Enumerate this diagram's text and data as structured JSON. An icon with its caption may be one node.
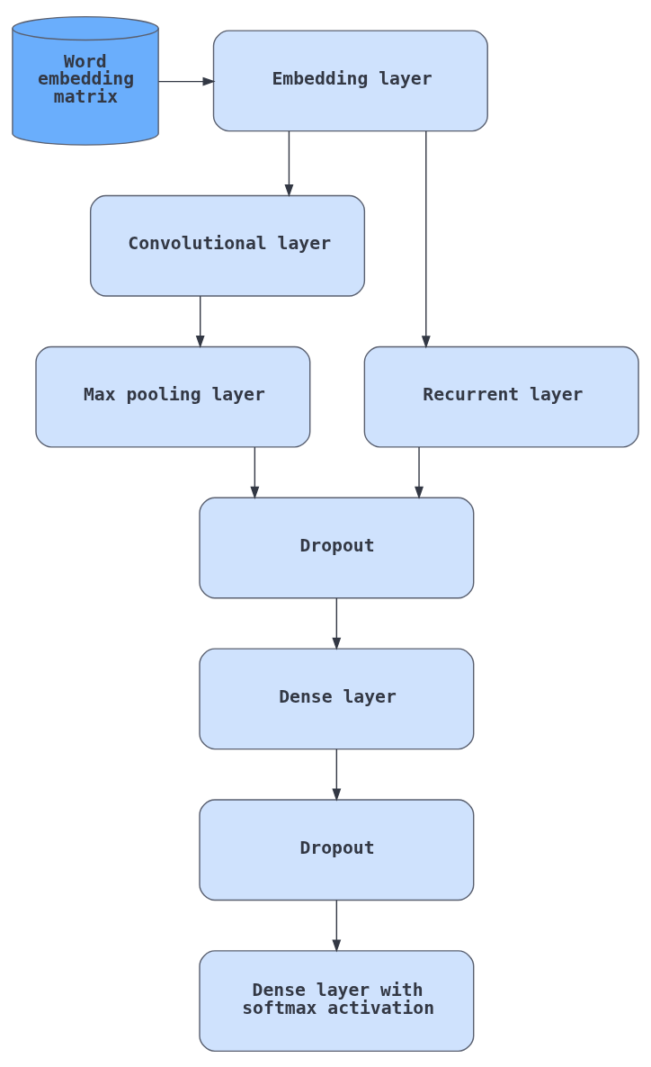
{
  "diagram": {
    "nodes": [
      {
        "text": [
          "Word embedding matrix"
        ]
      },
      {
        "text": [
          "Embedding layer"
        ]
      },
      {
        "text": [
          "Convolutional layer"
        ]
      },
      {
        "text": [
          "Recurrent layer"
        ]
      },
      {
        "text": [
          "Max pooling layer"
        ]
      },
      {
        "text": [
          "Dropout"
        ]
      },
      {
        "text": [
          "Dense layer"
        ]
      },
      {
        "text": [
          "Dropout"
        ]
      },
      {
        "text": [
          "Dense layer with softmax activation"
        ]
      }
    ],
    "edges": [
      {
        "from": 0,
        "to": 1,
        "arrow": "to"
      },
      {
        "from": 1,
        "to": 2,
        "arrow": "to"
      },
      {
        "from": 1,
        "to": 3,
        "arrow": "to"
      },
      {
        "from": 2,
        "to": 4,
        "arrow": "to"
      },
      {
        "from": 4,
        "to": 5,
        "arrow": "to"
      },
      {
        "from": 3,
        "to": 5,
        "arrow": "to"
      },
      {
        "from": 5,
        "to": 6,
        "arrow": "to"
      },
      {
        "from": 6,
        "to": 7,
        "arrow": "to"
      },
      {
        "from": 7,
        "to": 8,
        "arrow": "to"
      }
    ]
  }
}
